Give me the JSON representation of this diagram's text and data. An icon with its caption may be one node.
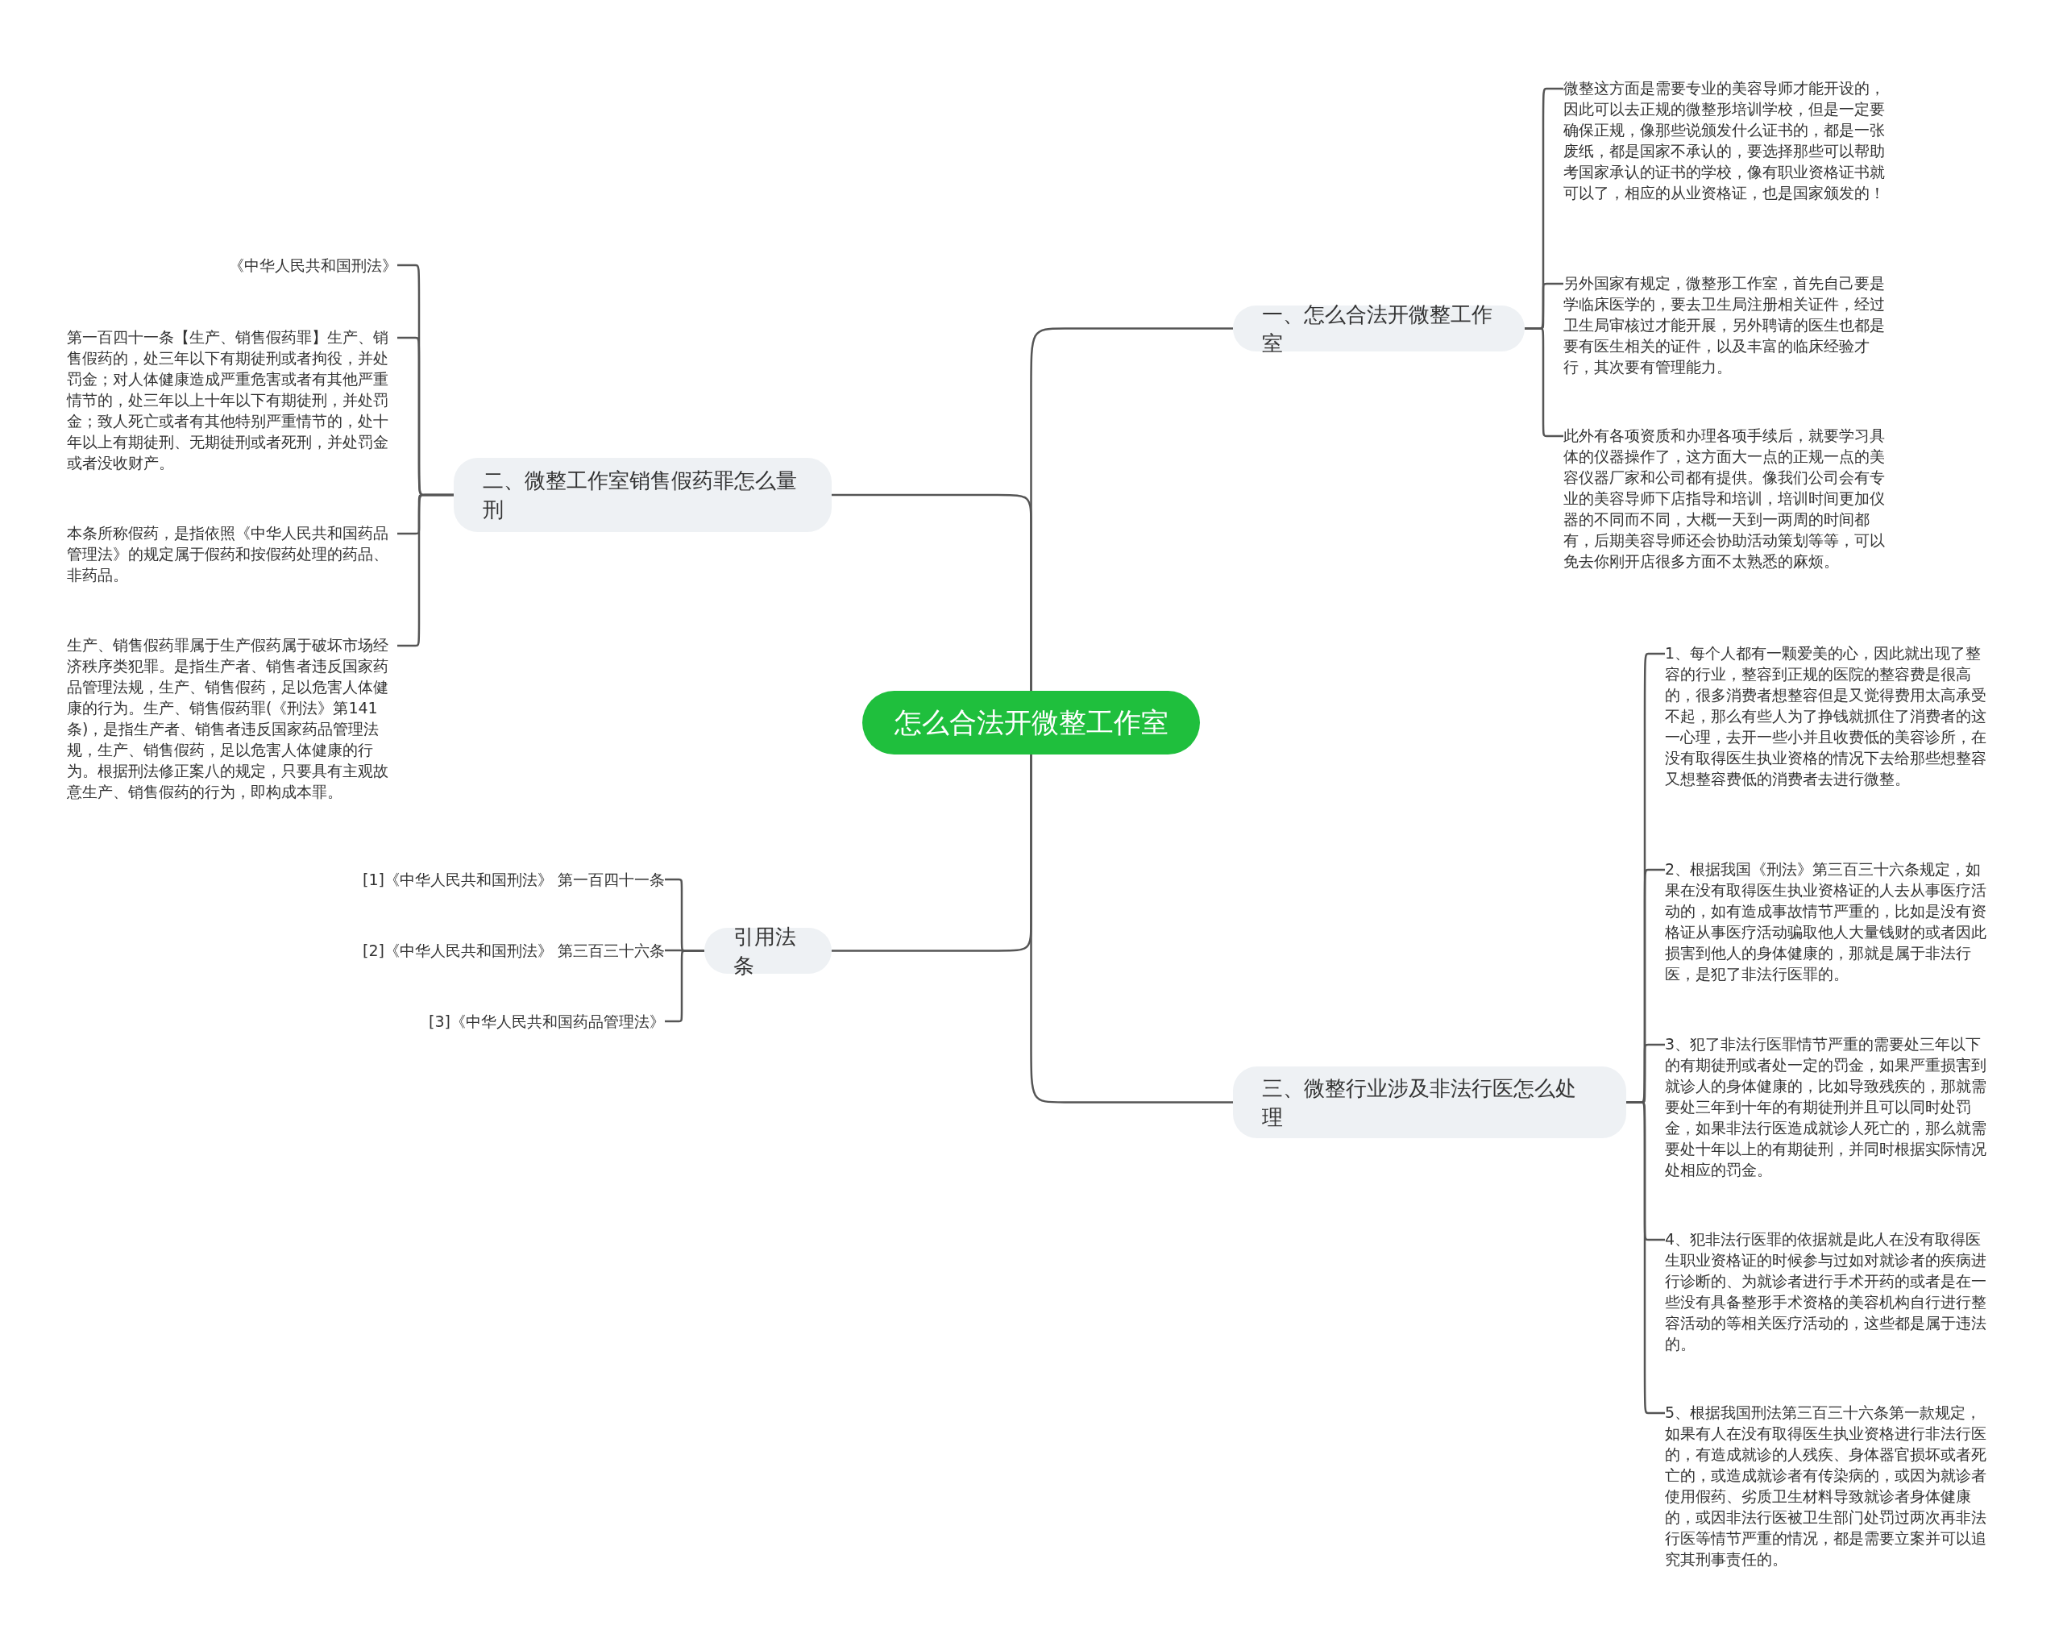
{
  "diagram": {
    "nodes": [
      {
        "text": [
          "怎么合法开微整工作室"
        ]
      },
      {
        "text": [
          "一、怎么合法开微整工作室"
        ]
      },
      {
        "text": [
          "微整这方面是需要专业的美容导师才能开设的，因此可以去正规的微整形培训学校，但是一定要确保正规，像那些说颁发什么证书的，都是一张废纸，都是国家不承认的，要选择那些可以帮助考国家承认的证书的学校，像有职业资格证书就可以了，相应的从业资格证，也是国家颁发的！"
        ]
      },
      {
        "text": [
          "另外国家有规定，微整形工作室，首先自己要是学临床医学的，要去卫生局注册相关证件，经过卫生局审核过才能开展，另外聘请的医生也都是要有医生相关的证件，以及丰富的临床经验才行，其次要有管理能力。"
        ]
      },
      {
        "text": [
          "此外有各项资质和办理各项手续后，就要学习具体的仪器操作了，这方面大一点的正规一点的美容仪器厂家和公司都有提供。像我们公司会有专业的美容导师下店指导和培训，培训时间更加仪器的不同而不同，大概一天到一两周的时间都有，后期美容导师还会协助活动策划等等，可以免去你刚开店很多方面不太熟悉的麻烦。"
        ]
      },
      {
        "text": [
          "二、微整工作室销售假药罪怎么量刑"
        ]
      },
      {
        "text": [
          "《中华人民共和国刑法》"
        ]
      },
      {
        "text": [
          "第一百四十一条【生产、销售假药罪】生产、销售假药的，处三年以下有期徒刑或者拘役，并处罚金；对人体健康造成严重危害或者有其他严重情节的，处三年以上十年以下有期徒刑，并处罚金；致人死亡或者有其他特别严重情节的，处十年以上有期徒刑、无期徒刑或者死刑，并处罚金或者没收财产。"
        ]
      },
      {
        "text": [
          "本条所称假药，是指依照《中华人民共和国药品管理法》的规定属于假药和按假药处理的药品、非药品。"
        ]
      },
      {
        "text": [
          "生产、销售假药罪属于生产假药属于破坏市场经济秩序类犯罪。是指生产者、销售者违反国家药品管理法规，生产、销售假药，足以危害人体健康的行为。生产、销售假药罪(《刑法》第141条)，是指生产者、销售者违反国家药品管理法规，生产、销售假药，足以危害人体健康的行为。根据刑法修正案八的规定，只要具有主观故意生产、销售假药的行为，即构成本罪。"
        ]
      },
      {
        "text": [
          "引用法条"
        ]
      },
      {
        "text": [
          "[1]《中华人民共和国刑法》 第一百四十一条"
        ]
      },
      {
        "text": [
          "[2]《中华人民共和国刑法》 第三百三十六条"
        ]
      },
      {
        "text": [
          "[3]《中华人民共和国药品管理法》"
        ]
      },
      {
        "text": [
          "三、微整行业涉及非法行医怎么处理"
        ]
      },
      {
        "text": [
          "1、每个人都有一颗爱美的心，因此就出现了整容的行业，整容到正规的医院的整容费是很高的，很多消费者想整容但是又觉得费用太高承受不起，那么有些人为了挣钱就抓住了消费者的这一心理，去开一些小并且收费低的美容诊所，在没有取得医生执业资格的情况下去给那些想整容又想整容费低的消费者去进行微整。"
        ]
      },
      {
        "text": [
          "2、根据我国《刑法》第三百三十六条规定，如果在没有取得医生执业资格证的人去从事医疗活动的，如有造成事故情节严重的，比如是没有资格证从事医疗活动骗取他人大量钱财的或者因此损害到他人的身体健康的，那就是属于非法行医，是犯了非法行医罪的。"
        ]
      },
      {
        "text": [
          "3、犯了非法行医罪情节严重的需要处三年以下的有期徒刑或者处一定的罚金，如果严重损害到就诊人的身体健康的，比如导致残疾的，那就需要处三年到十年的有期徒刑并且可以同时处罚金，如果非法行医造成就诊人死亡的，那么就需要处十年以上的有期徒刑，并同时根据实际情况处相应的罚金。"
        ]
      },
      {
        "text": [
          "4、犯非法行医罪的依据就是此人在没有取得医生职业资格证的时候参与过如对就诊者的疾病进行诊断的、为就诊者进行手术开药的或者是在一些没有具备整形手术资格的美容机构自行进行整容活动的等相关医疗活动的，这些都是属于违法的。"
        ]
      },
      {
        "text": [
          "5、根据我国刑法第三百三十六条第一款规定，如果有人在没有取得医生执业资格进行非法行医的，有造成就诊的人残疾、身体器官损坏或者死亡的，或造成就诊者有传染病的，或因为就诊者使用假药、劣质卫生材料导致就诊者身体健康的，或因非法行医被卫生部门处罚过两次再非法行医等情节严重的情况，都是需要立案并可以追究其刑事责任的。"
        ]
      }
    ],
    "edges": [
      {
        "from": 0,
        "to": 1,
        "arrow": "none"
      },
      {
        "from": 1,
        "to": 2,
        "arrow": "none"
      },
      {
        "from": 1,
        "to": 3,
        "arrow": "none"
      },
      {
        "from": 1,
        "to": 4,
        "arrow": "none"
      },
      {
        "from": 0,
        "to": 5,
        "arrow": "none"
      },
      {
        "from": 5,
        "to": 6,
        "arrow": "none"
      },
      {
        "from": 5,
        "to": 7,
        "arrow": "none"
      },
      {
        "from": 5,
        "to": 8,
        "arrow": "none"
      },
      {
        "from": 5,
        "to": 9,
        "arrow": "none"
      },
      {
        "from": 0,
        "to": 10,
        "arrow": "none"
      },
      {
        "from": 10,
        "to": 11,
        "arrow": "none"
      },
      {
        "from": 10,
        "to": 12,
        "arrow": "none"
      },
      {
        "from": 10,
        "to": 13,
        "arrow": "none"
      },
      {
        "from": 0,
        "to": 14,
        "arrow": "none"
      },
      {
        "from": 14,
        "to": 15,
        "arrow": "none"
      },
      {
        "from": 14,
        "to": 16,
        "arrow": "none"
      },
      {
        "from": 14,
        "to": 17,
        "arrow": "none"
      },
      {
        "from": 14,
        "to": 18,
        "arrow": "none"
      },
      {
        "from": 14,
        "to": 19,
        "arrow": "none"
      }
    ]
  }
}
